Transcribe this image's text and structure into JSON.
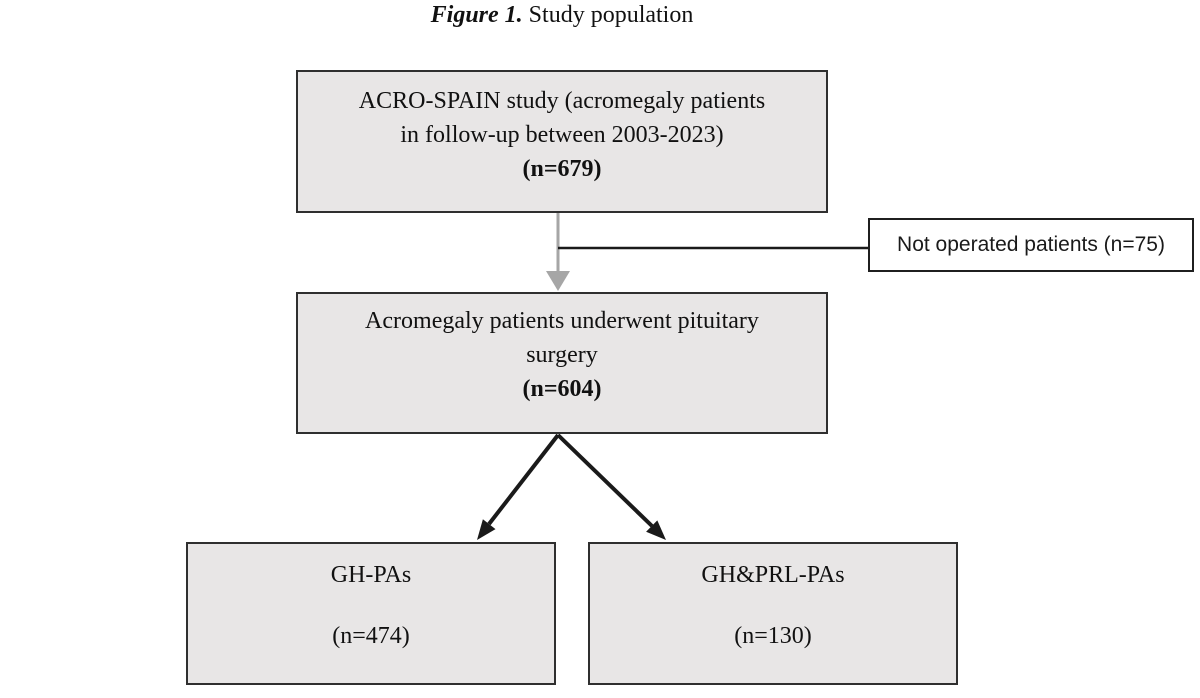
{
  "title": {
    "label": "Figure 1.",
    "text": "Study population"
  },
  "nodes": {
    "top": {
      "line1": "ACRO-SPAIN study (acromegaly patients",
      "line2": "in follow-up between 2003-2023)",
      "n": "(n=679)"
    },
    "excluded": {
      "label": "Not operated patients (n=75)"
    },
    "surgery": {
      "line1": "Acromegaly patients underwent pituitary",
      "line2": "surgery",
      "n": "(n=604)"
    },
    "gh_pas": {
      "label": "GH-PAs",
      "n": "(n=474)"
    },
    "ghprl_pas": {
      "label": "GH&PRL-PAs",
      "n": "(n=130)"
    }
  },
  "edges": [
    {
      "from": "acro-spain-study",
      "to": "pituitary-surgery",
      "style": "gray-arrow"
    },
    {
      "from": "acro-spain-study",
      "to": "not-operated-patients",
      "style": "black-line"
    },
    {
      "from": "pituitary-surgery",
      "to": "gh-pas",
      "style": "black-arrow"
    },
    {
      "from": "pituitary-surgery",
      "to": "ghprl-pas",
      "style": "black-arrow"
    }
  ],
  "colors": {
    "box_fill": "#e8e6e6",
    "box_border": "#2f2f2f",
    "excluded_fill": "#ffffff",
    "gray_arrow": "#a6a6a6",
    "black_arrow": "#1a1a1a",
    "text": "#111111",
    "background": "#ffffff"
  }
}
